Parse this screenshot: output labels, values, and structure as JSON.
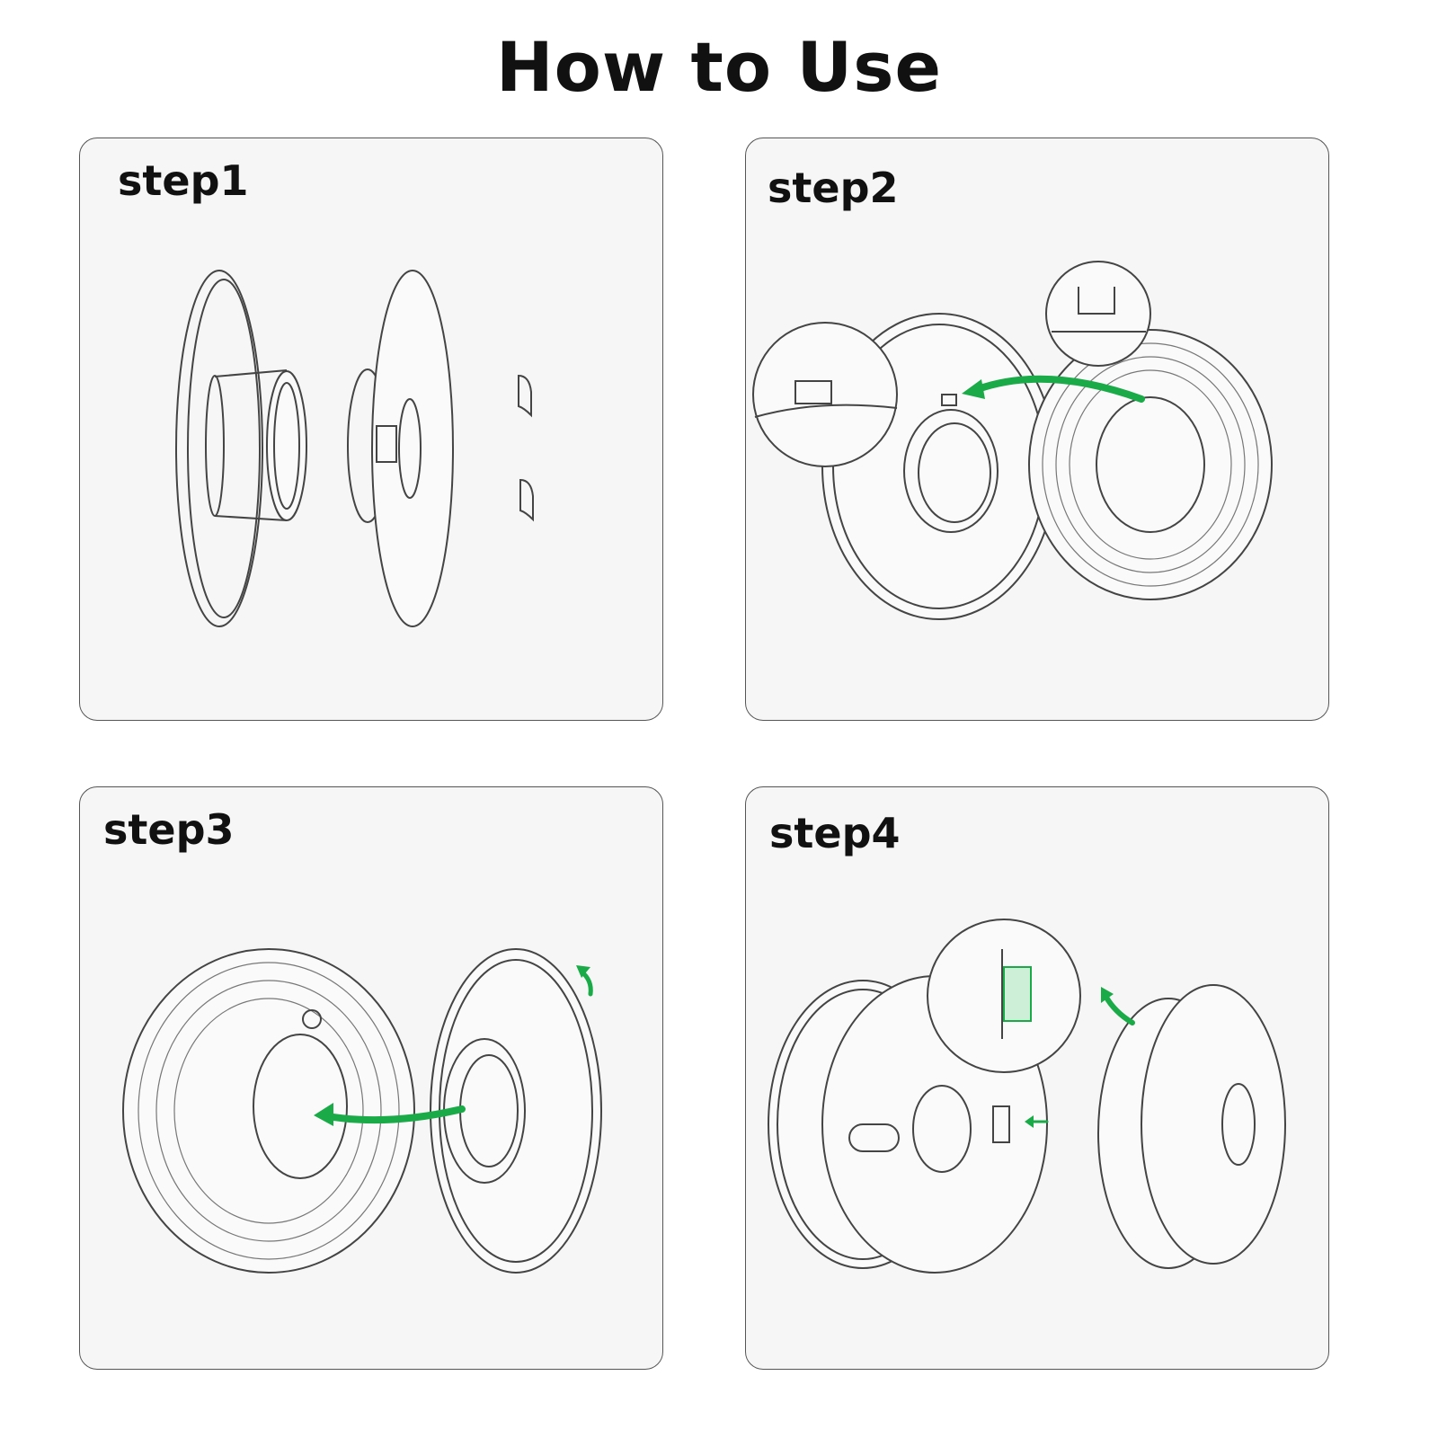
{
  "title": "How to Use",
  "steps": [
    {
      "label": "step1"
    },
    {
      "label": "step2"
    },
    {
      "label": "step3"
    },
    {
      "label": "step4"
    }
  ],
  "colors": {
    "accent": "#1aab48",
    "panel_bg": "#f6f6f6"
  }
}
